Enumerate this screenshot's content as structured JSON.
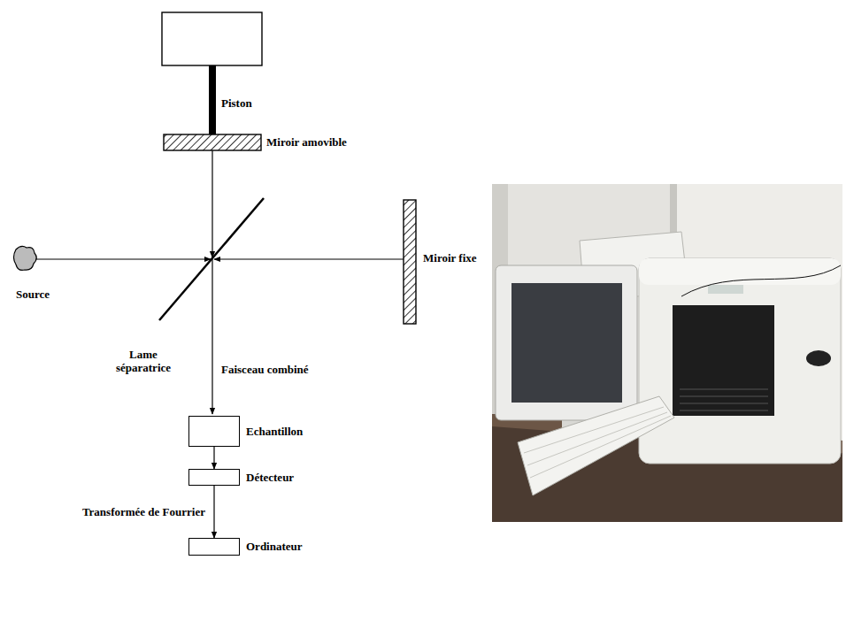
{
  "diagram": {
    "nodes": [
      {
        "text": [
          "Echantillon"
        ]
      },
      {
        "text": [
          "Détecteur"
        ]
      },
      {
        "text": [
          "Ordinateur"
        ]
      }
    ],
    "edges": [
      {
        "from": 0,
        "to": 1,
        "arrow": "to"
      },
      {
        "from": 1,
        "to": 2,
        "label": "Transformée de Fourrier",
        "arrow": "to"
      }
    ],
    "labels": [
      "Piston",
      "Miroir amovible",
      "Source",
      "Miroir fixe",
      "Lame séparatrice",
      "Faisceau combiné"
    ]
  }
}
